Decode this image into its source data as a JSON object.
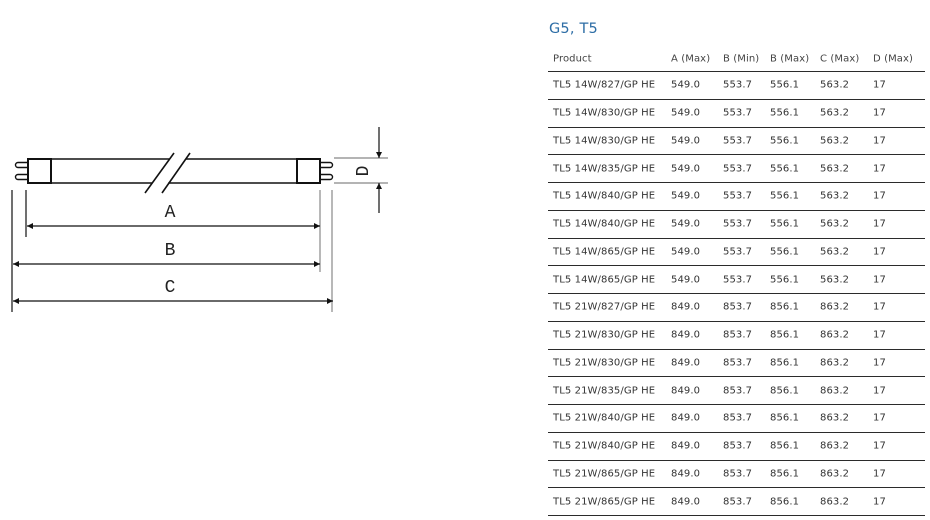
{
  "diagram": {
    "labels": {
      "a": "A",
      "b": "B",
      "c": "C",
      "d": "D"
    }
  },
  "table": {
    "title": "G5, T5",
    "columns": [
      "Product",
      "A (Max)",
      "B (Min)",
      "B (Max)",
      "C (Max)",
      "D (Max)"
    ],
    "rows": [
      [
        "TL5 14W/827/GP HE",
        "549.0",
        "553.7",
        "556.1",
        "563.2",
        "17"
      ],
      [
        "TL5 14W/830/GP HE",
        "549.0",
        "553.7",
        "556.1",
        "563.2",
        "17"
      ],
      [
        "TL5 14W/830/GP HE",
        "549.0",
        "553.7",
        "556.1",
        "563.2",
        "17"
      ],
      [
        "TL5 14W/835/GP HE",
        "549.0",
        "553.7",
        "556.1",
        "563.2",
        "17"
      ],
      [
        "TL5 14W/840/GP HE",
        "549.0",
        "553.7",
        "556.1",
        "563.2",
        "17"
      ],
      [
        "TL5 14W/840/GP HE",
        "549.0",
        "553.7",
        "556.1",
        "563.2",
        "17"
      ],
      [
        "TL5 14W/865/GP HE",
        "549.0",
        "553.7",
        "556.1",
        "563.2",
        "17"
      ],
      [
        "TL5 14W/865/GP HE",
        "549.0",
        "553.7",
        "556.1",
        "563.2",
        "17"
      ],
      [
        "TL5 21W/827/GP HE",
        "849.0",
        "853.7",
        "856.1",
        "863.2",
        "17"
      ],
      [
        "TL5 21W/830/GP HE",
        "849.0",
        "853.7",
        "856.1",
        "863.2",
        "17"
      ],
      [
        "TL5 21W/830/GP HE",
        "849.0",
        "853.7",
        "856.1",
        "863.2",
        "17"
      ],
      [
        "TL5 21W/835/GP HE",
        "849.0",
        "853.7",
        "856.1",
        "863.2",
        "17"
      ],
      [
        "TL5 21W/840/GP HE",
        "849.0",
        "853.7",
        "856.1",
        "863.2",
        "17"
      ],
      [
        "TL5 21W/840/GP HE",
        "849.0",
        "853.7",
        "856.1",
        "863.2",
        "17"
      ],
      [
        "TL5 21W/865/GP HE",
        "849.0",
        "853.7",
        "856.1",
        "863.2",
        "17"
      ],
      [
        "TL5 21W/865/GP HE",
        "849.0",
        "853.7",
        "856.1",
        "863.2",
        "17"
      ]
    ]
  }
}
